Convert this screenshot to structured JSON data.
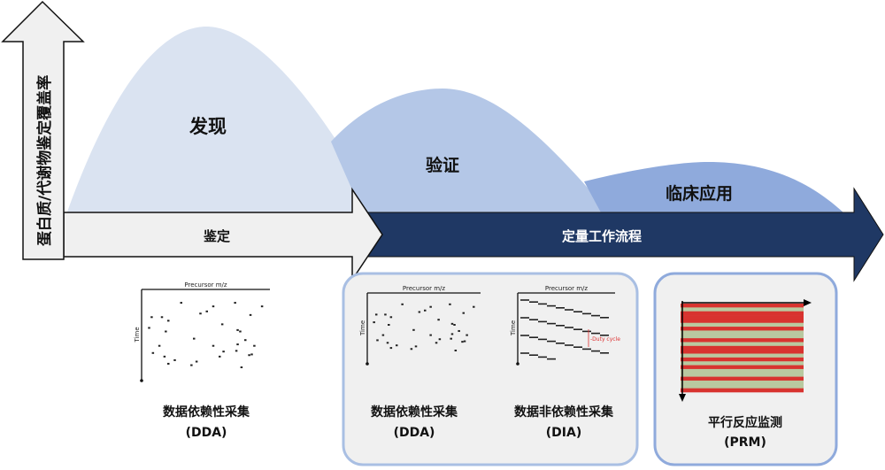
{
  "axis_label": "蛋白质/代谢物鉴定覆盖率",
  "hills": {
    "discovery": "发现",
    "validation": "验证",
    "clinical": "临床应用"
  },
  "arrows": {
    "identification": "鉴定",
    "quant_workflow": "定量工作流程"
  },
  "plots": {
    "x_label": "Precursor m/z",
    "y_label": "Time",
    "duty_cycle": "Duty cycle"
  },
  "methods": [
    {
      "name": "数据依赖性采集",
      "abbr": "(DDA)"
    },
    {
      "name": "数据依赖性采集",
      "abbr": "(DDA)"
    },
    {
      "name": "数据非依赖性采集",
      "abbr": "(DIA)"
    },
    {
      "name": "平行反应监测",
      "abbr": "(PRM)"
    }
  ],
  "colors": {
    "hill_discovery": "#dae3f1",
    "hill_validation": "#b4c7e7",
    "hill_clinical": "#8faadc",
    "navy": "#1f3864",
    "arrow_gray": "#f0f0f0",
    "panel_border": "#a9bfe3",
    "prm_red": "#d8332f",
    "prm_green": "#b9c9a0"
  }
}
